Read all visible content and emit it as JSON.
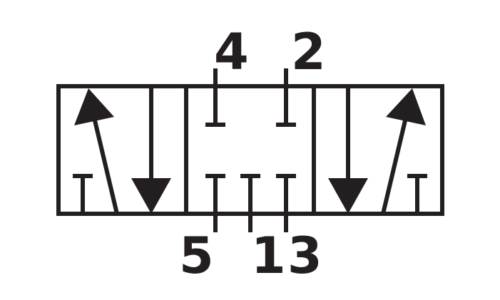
{
  "diagram": {
    "ports": {
      "top_left": "4",
      "top_right": "2",
      "bottom_left": "5",
      "bottom_center": "1",
      "bottom_right": "3"
    },
    "colors": {
      "stroke": "#231f20",
      "background": "#ffffff"
    }
  }
}
